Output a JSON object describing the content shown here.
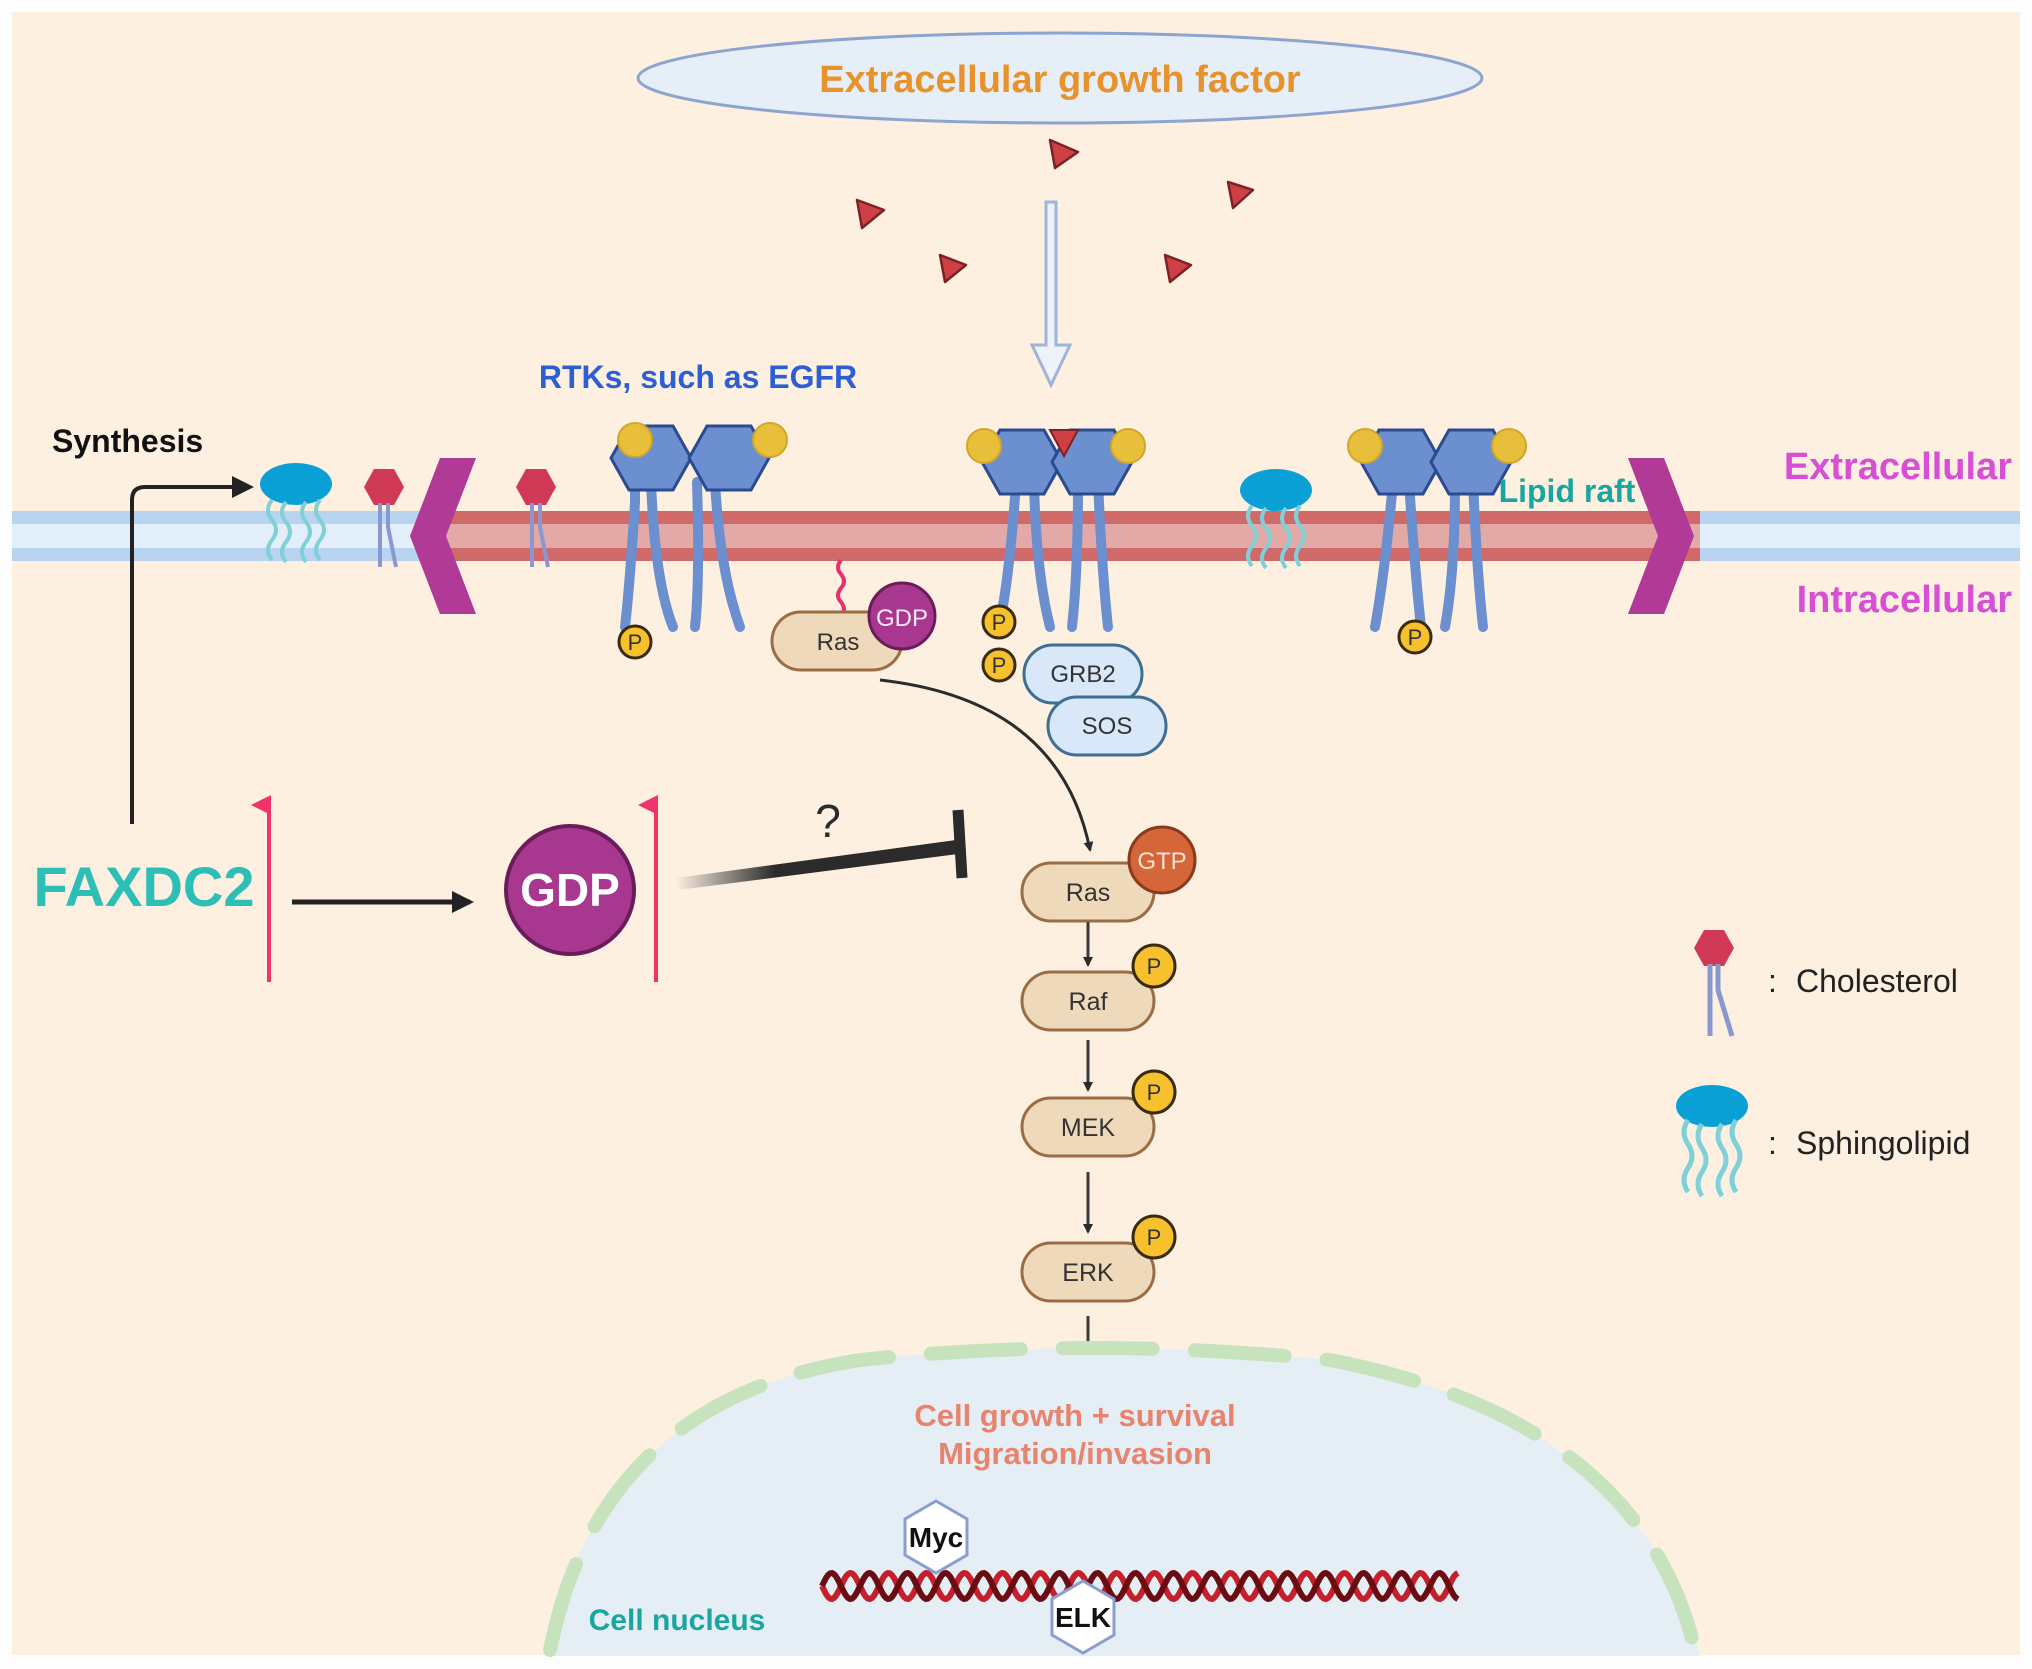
{
  "title": "Extracellular growth factor",
  "labels": {
    "rtk": "RTKs, such as EGFR",
    "synthesis": "Synthesis",
    "extracellular": "Extracellular",
    "intracellular": "Intracellular",
    "lipid_raft": "Lipid raft",
    "faxdc2": "FAXDC2",
    "gdp_big": "GDP",
    "question": "?",
    "cell_nucleus": "Cell nucleus",
    "outcome_1": "Cell growth + survival",
    "outcome_2": "Migration/invasion"
  },
  "membrane_proteins": {
    "ras_inactive": "Ras",
    "ras_inactive_bound": "GDP",
    "grb2": "GRB2",
    "sos": "SOS",
    "phospho": "P"
  },
  "cascade": [
    {
      "name": "Ras",
      "badge": "GTP",
      "badge_color": "#d4663a"
    },
    {
      "name": "Raf",
      "badge": "P",
      "badge_color": "#f6c12c"
    },
    {
      "name": "MEK",
      "badge": "P",
      "badge_color": "#f6c12c"
    },
    {
      "name": "ERK",
      "badge": "P",
      "badge_color": "#f6c12c"
    }
  ],
  "transcription_factors": [
    "Myc",
    "ELK"
  ],
  "legend": [
    {
      "symbol": "cholesterol-icon",
      "sep": ":",
      "label": "Cholesterol"
    },
    {
      "symbol": "sphingolipid-icon",
      "sep": ":",
      "label": "Sphingolipid"
    }
  ],
  "colors": {
    "background": "#fdf0e1",
    "title_text": "#e8922c",
    "rtk_text": "#2d5fd4",
    "compartment_text": "#d64fd4",
    "teal_text": "#1aa6a0",
    "faxdc2_text": "#2dbfb5",
    "outcome_text": "#e8836e",
    "gdp_fill": "#a8388f",
    "gtp_fill": "#d4663a",
    "phospho_fill": "#f6c12c",
    "receptor_fill": "#6b8fcf",
    "raft_chevron": "#b03a96",
    "cholesterol_head": "#d13a57",
    "sphingolipid_head": "#0aa0d6",
    "up_arrow": "#f0336a",
    "growth_factor": "#cf4045"
  }
}
